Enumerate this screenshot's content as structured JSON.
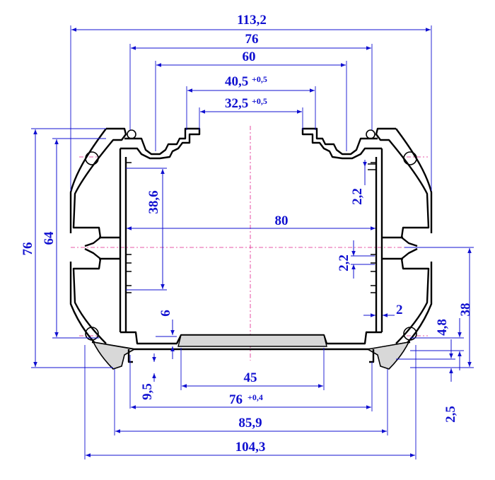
{
  "colors": {
    "dimension": "#1010d0",
    "profile": "#000000",
    "center_line": "#e0208a",
    "cover_fill": "#d8d8d8"
  },
  "dimensions": {
    "overall_top_width": "113,2",
    "top_76": "76",
    "top_60": "60",
    "slot_outer_value": "40,5",
    "slot_outer_tol": "+0,5",
    "slot_inner_value": "32,5",
    "slot_inner_tol": "+0,5",
    "inner_width_80": "80",
    "height_76": "76",
    "height_64": "64",
    "inner_38_6": "38,6",
    "rib_2_2_top": "2,2",
    "rib_2_2_mid": "2,2",
    "wall_2": "2",
    "base_6": "6",
    "side_38": "38",
    "side_4_8": "4,8",
    "side_2_5": "2,5",
    "bottom_9_5": "9,5",
    "bottom_45": "45",
    "bottom_76_value": "76",
    "bottom_76_tol": "+0,4",
    "bottom_85_9": "85,9",
    "bottom_104_3": "104,3"
  }
}
